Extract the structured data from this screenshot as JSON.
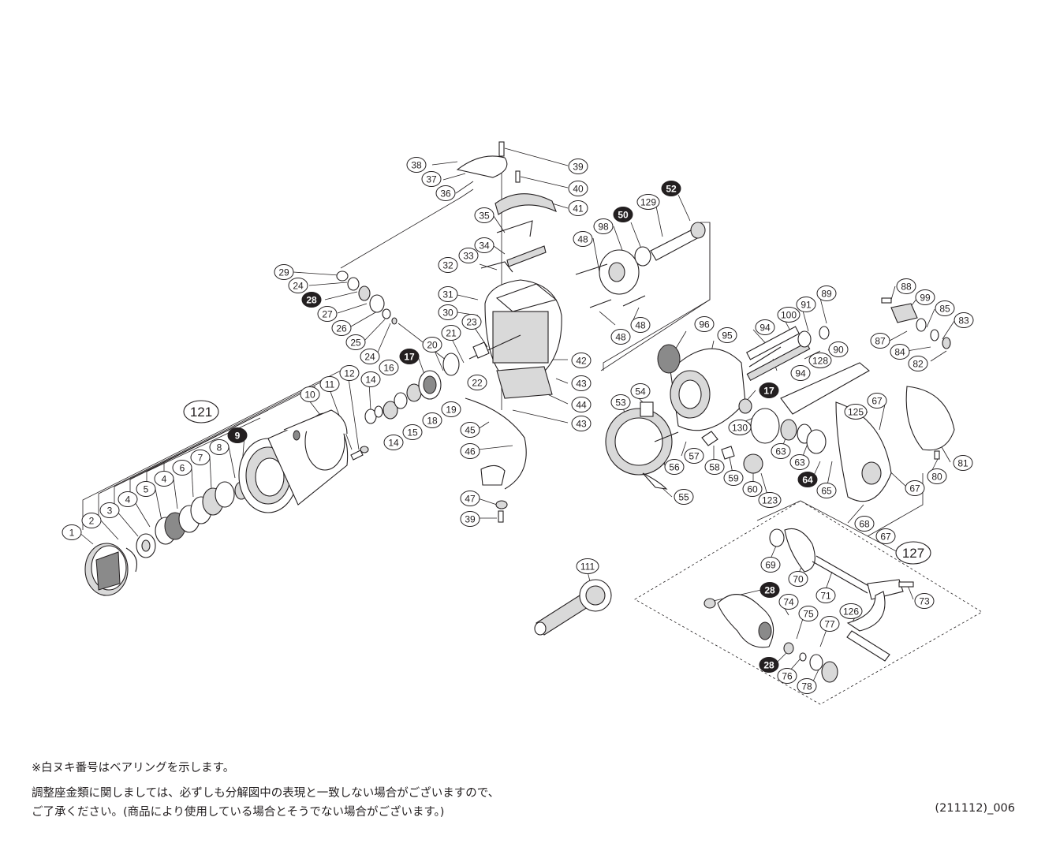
{
  "callouts": [
    {
      "label": "1",
      "style": "plain"
    },
    {
      "label": "2",
      "style": "plain"
    },
    {
      "label": "3",
      "style": "plain"
    },
    {
      "label": "4",
      "style": "plain"
    },
    {
      "label": "5",
      "style": "plain"
    },
    {
      "label": "4",
      "style": "plain"
    },
    {
      "label": "6",
      "style": "plain"
    },
    {
      "label": "7",
      "style": "plain"
    },
    {
      "label": "8",
      "style": "plain"
    },
    {
      "label": "9",
      "style": "filled"
    },
    {
      "label": "121",
      "style": "big"
    },
    {
      "label": "10",
      "style": "plain"
    },
    {
      "label": "11",
      "style": "plain"
    },
    {
      "label": "12",
      "style": "plain"
    },
    {
      "label": "14",
      "style": "plain"
    },
    {
      "label": "14",
      "style": "plain"
    },
    {
      "label": "15",
      "style": "plain"
    },
    {
      "label": "16",
      "style": "plain"
    },
    {
      "label": "17",
      "style": "filled"
    },
    {
      "label": "18",
      "style": "plain"
    },
    {
      "label": "19",
      "style": "plain"
    },
    {
      "label": "20",
      "style": "plain"
    },
    {
      "label": "21",
      "style": "plain"
    },
    {
      "label": "22",
      "style": "plain"
    },
    {
      "label": "23",
      "style": "plain"
    },
    {
      "label": "24",
      "style": "plain"
    },
    {
      "label": "24",
      "style": "plain"
    },
    {
      "label": "25",
      "style": "plain"
    },
    {
      "label": "26",
      "style": "plain"
    },
    {
      "label": "27",
      "style": "plain"
    },
    {
      "label": "28",
      "style": "filled"
    },
    {
      "label": "29",
      "style": "plain"
    },
    {
      "label": "30",
      "style": "plain"
    },
    {
      "label": "31",
      "style": "plain"
    },
    {
      "label": "32",
      "style": "plain"
    },
    {
      "label": "33",
      "style": "plain"
    },
    {
      "label": "34",
      "style": "plain"
    },
    {
      "label": "35",
      "style": "plain"
    },
    {
      "label": "36",
      "style": "plain"
    },
    {
      "label": "37",
      "style": "plain"
    },
    {
      "label": "38",
      "style": "plain"
    },
    {
      "label": "39",
      "style": "plain"
    },
    {
      "label": "40",
      "style": "plain"
    },
    {
      "label": "41",
      "style": "plain"
    },
    {
      "label": "42",
      "style": "plain"
    },
    {
      "label": "43",
      "style": "plain"
    },
    {
      "label": "44",
      "style": "plain"
    },
    {
      "label": "43",
      "style": "plain"
    },
    {
      "label": "45",
      "style": "plain"
    },
    {
      "label": "46",
      "style": "plain"
    },
    {
      "label": "47",
      "style": "plain"
    },
    {
      "label": "39",
      "style": "plain"
    },
    {
      "label": "48",
      "style": "plain"
    },
    {
      "label": "98",
      "style": "plain"
    },
    {
      "label": "50",
      "style": "filled"
    },
    {
      "label": "129",
      "style": "plain"
    },
    {
      "label": "52",
      "style": "filled"
    },
    {
      "label": "48",
      "style": "plain"
    },
    {
      "label": "48",
      "style": "plain"
    },
    {
      "label": "96",
      "style": "plain"
    },
    {
      "label": "95",
      "style": "plain"
    },
    {
      "label": "94",
      "style": "plain"
    },
    {
      "label": "100",
      "style": "plain"
    },
    {
      "label": "91",
      "style": "plain"
    },
    {
      "label": "89",
      "style": "plain"
    },
    {
      "label": "128",
      "style": "plain"
    },
    {
      "label": "90",
      "style": "plain"
    },
    {
      "label": "94",
      "style": "plain"
    },
    {
      "label": "17",
      "style": "filled"
    },
    {
      "label": "54",
      "style": "plain"
    },
    {
      "label": "53",
      "style": "plain"
    },
    {
      "label": "130",
      "style": "plain"
    },
    {
      "label": "125",
      "style": "plain"
    },
    {
      "label": "67",
      "style": "plain"
    },
    {
      "label": "57",
      "style": "plain"
    },
    {
      "label": "56",
      "style": "plain"
    },
    {
      "label": "58",
      "style": "plain"
    },
    {
      "label": "59",
      "style": "plain"
    },
    {
      "label": "60",
      "style": "plain"
    },
    {
      "label": "63",
      "style": "plain"
    },
    {
      "label": "63",
      "style": "plain"
    },
    {
      "label": "64",
      "style": "filled"
    },
    {
      "label": "65",
      "style": "plain"
    },
    {
      "label": "55",
      "style": "plain"
    },
    {
      "label": "123",
      "style": "plain"
    },
    {
      "label": "67",
      "style": "plain"
    },
    {
      "label": "68",
      "style": "plain"
    },
    {
      "label": "67",
      "style": "plain"
    },
    {
      "label": "80",
      "style": "plain"
    },
    {
      "label": "81",
      "style": "plain"
    },
    {
      "label": "88",
      "style": "plain"
    },
    {
      "label": "99",
      "style": "plain"
    },
    {
      "label": "85",
      "style": "plain"
    },
    {
      "label": "83",
      "style": "plain"
    },
    {
      "label": "87",
      "style": "plain"
    },
    {
      "label": "84",
      "style": "plain"
    },
    {
      "label": "82",
      "style": "plain"
    },
    {
      "label": "127",
      "style": "big"
    },
    {
      "label": "69",
      "style": "plain"
    },
    {
      "label": "70",
      "style": "plain"
    },
    {
      "label": "71",
      "style": "plain"
    },
    {
      "label": "73",
      "style": "plain"
    },
    {
      "label": "28",
      "style": "filled"
    },
    {
      "label": "74",
      "style": "plain"
    },
    {
      "label": "75",
      "style": "plain"
    },
    {
      "label": "126",
      "style": "plain"
    },
    {
      "label": "77",
      "style": "plain"
    },
    {
      "label": "28",
      "style": "filled"
    },
    {
      "label": "76",
      "style": "plain"
    },
    {
      "label": "78",
      "style": "plain"
    },
    {
      "label": "111",
      "style": "plain"
    }
  ],
  "notes": {
    "line1": "※白ヌキ番号はベアリングを示します。",
    "line2": "調整座金類に関しましては、必ずしも分解図中の表現と一致しない場合がございますので、",
    "line3": "ご了承ください。(商品により使用している場合とそうでない場合がございます。)"
  },
  "diagram_code": "(211112)_006"
}
